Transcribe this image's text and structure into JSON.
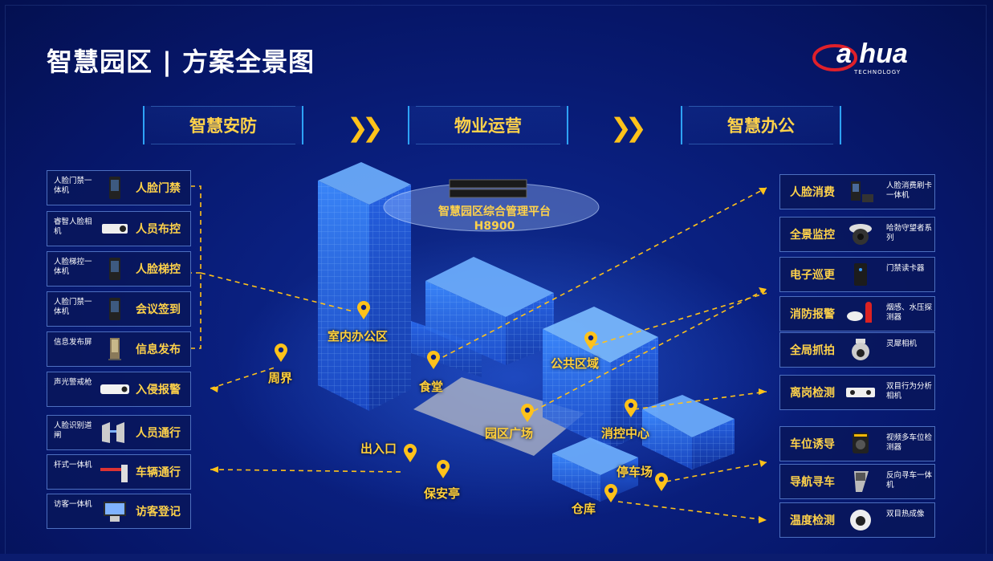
{
  "title": "智慧园区 | 方案全景图",
  "logo": {
    "word": "a hua",
    "tagline": "TECHNOLOGY"
  },
  "categories": [
    "智慧安防",
    "物业运营",
    "智慧办公"
  ],
  "platform": {
    "line1": "智慧园区综合管理平台",
    "line2": "H8900"
  },
  "left_items": [
    {
      "sub": "人脸门禁一体机",
      "main": "人脸门禁",
      "icon": "face-access-terminal-icon"
    },
    {
      "sub": "睿智人脸相机",
      "main": "人员布控",
      "icon": "bullet-camera-icon"
    },
    {
      "sub": "人脸梯控一体机",
      "main": "人脸梯控",
      "icon": "face-terminal-icon"
    },
    {
      "sub": "人脸门禁一体机",
      "main": "会议签到",
      "icon": "face-terminal-icon"
    },
    {
      "sub": "信息发布屏",
      "main": "信息发布",
      "icon": "info-kiosk-icon"
    },
    {
      "sub": "声光警戒枪",
      "main": "入侵报警",
      "icon": "alarm-camera-icon"
    },
    {
      "sub": "人脸识别道闸",
      "main": "人员通行",
      "icon": "turnstile-icon"
    },
    {
      "sub": "杆式一体机",
      "main": "车辆通行",
      "icon": "barrier-gate-icon"
    },
    {
      "sub": "访客一体机",
      "main": "访客登记",
      "icon": "visitor-kiosk-icon"
    }
  ],
  "right_items": [
    {
      "main": "人脸消费",
      "sub": "人脸消费刷卡一体机",
      "icon": "pos-terminal-icon"
    },
    {
      "main": "全景监控",
      "sub": "哈勃守望者系列",
      "icon": "panoramic-camera-icon"
    },
    {
      "main": "电子巡更",
      "sub": "门禁读卡器",
      "icon": "card-reader-icon"
    },
    {
      "main": "消防报警",
      "sub": "烟感、水压探测器",
      "icon": "smoke-detector-icon"
    },
    {
      "main": "全局抓拍",
      "sub": "灵犀相机",
      "icon": "ptz-camera-icon"
    },
    {
      "main": "离岗检测",
      "sub": "双目行为分析相机",
      "icon": "binocular-camera-icon"
    },
    {
      "main": "车位诱导",
      "sub": "视频多车位检测器",
      "icon": "parking-detector-icon"
    },
    {
      "main": "导航寻车",
      "sub": "反向寻车一体机",
      "icon": "car-finder-kiosk-icon"
    },
    {
      "main": "温度检测",
      "sub": "双目热成像",
      "icon": "thermal-camera-icon"
    }
  ],
  "zones": [
    "室内办公区",
    "食堂",
    "公共区域",
    "周界",
    "园区广场",
    "消控中心",
    "出入口",
    "保安亭",
    "停车场",
    "仓库"
  ],
  "colors": {
    "background": "#061668",
    "accent_yellow": "#ffd24a",
    "frame_blue": "#2ea3ff",
    "building_blue": "#2f7dff"
  }
}
